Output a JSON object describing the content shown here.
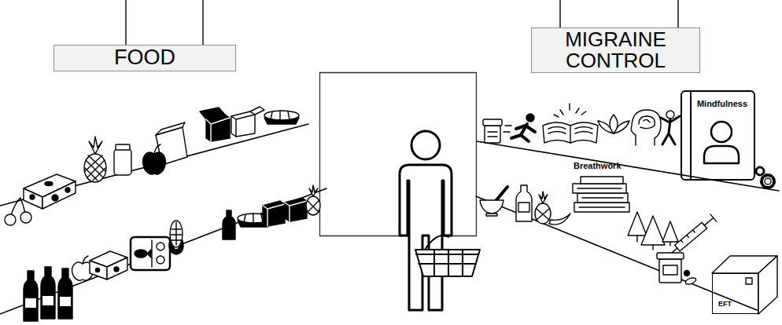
{
  "diagram": {
    "nodes": [
      {
        "text": [
          "FOOD"
        ]
      },
      {
        "text": [
          "MIGRAINE CONTROL"
        ]
      },
      {
        "text": [
          "Mindfulness"
        ]
      },
      {
        "text": [
          "EFT"
        ]
      }
    ],
    "labels": [
      "Breathwork"
    ]
  }
}
